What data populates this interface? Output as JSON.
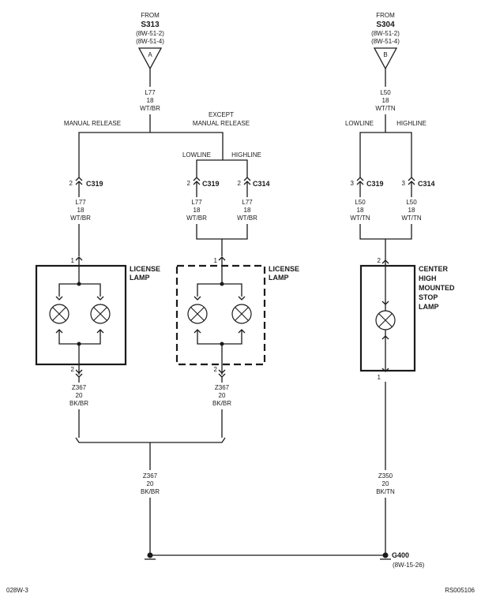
{
  "source_a": {
    "from": "FROM",
    "splice": "S313",
    "ref1": "(8W-51-2)",
    "ref2": "(8W-51-4)",
    "letter": "A"
  },
  "source_b": {
    "from": "FROM",
    "splice": "S304",
    "ref1": "(8W-51-2)",
    "ref2": "(8W-51-4)",
    "letter": "B"
  },
  "wire_l77_main": {
    "circuit": "L77",
    "gauge": "18",
    "color": "WT/BR"
  },
  "wire_l50_main": {
    "circuit": "L50",
    "gauge": "18",
    "color": "WT/TN"
  },
  "branch": {
    "manual_release": "MANUAL RELEASE",
    "except_1": "EXCEPT",
    "except_2": "MANUAL RELEASE",
    "lowline_a": "LOWLINE",
    "highline_a": "HIGHLINE",
    "lowline_b": "LOWLINE",
    "highline_b": "HIGHLINE"
  },
  "connectors": {
    "c1": {
      "pin": "2",
      "name": "C319"
    },
    "c2": {
      "pin": "2",
      "name": "C319"
    },
    "c3": {
      "pin": "2",
      "name": "C314"
    },
    "c4": {
      "pin": "3",
      "name": "C319"
    },
    "c5": {
      "pin": "3",
      "name": "C314"
    }
  },
  "wires_mid": {
    "w1": {
      "circuit": "L77",
      "gauge": "18",
      "color": "WT/BR"
    },
    "w2": {
      "circuit": "L77",
      "gauge": "18",
      "color": "WT/BR"
    },
    "w3": {
      "circuit": "L77",
      "gauge": "18",
      "color": "WT/BR"
    },
    "w4": {
      "circuit": "L50",
      "gauge": "18",
      "color": "WT/TN"
    },
    "w5": {
      "circuit": "L50",
      "gauge": "18",
      "color": "WT/TN"
    }
  },
  "components": {
    "license_lamp_1": {
      "line1": "LICENSE",
      "line2": "LAMP",
      "pin_top": "1",
      "pin_bottom": "2"
    },
    "license_lamp_2": {
      "line1": "LICENSE",
      "line2": "LAMP",
      "pin_top": "1",
      "pin_bottom": "2"
    },
    "chmsl": {
      "line1": "CENTER",
      "line2": "HIGH",
      "line3": "MOUNTED",
      "line4": "STOP",
      "line5": "LAMP",
      "pin_top": "2",
      "pin_bottom": "1"
    }
  },
  "ground_wires": {
    "g1": {
      "circuit": "Z367",
      "gauge": "20",
      "color": "BK/BR"
    },
    "g2": {
      "circuit": "Z367",
      "gauge": "20",
      "color": "BK/BR"
    },
    "g3": {
      "circuit": "Z367",
      "gauge": "20",
      "color": "BK/BR"
    },
    "g4": {
      "circuit": "Z350",
      "gauge": "20",
      "color": "BK/TN"
    }
  },
  "ground": {
    "name": "G400",
    "ref": "(8W-15-26)"
  },
  "footer": {
    "left": "028W-3",
    "right": "RS005106"
  }
}
